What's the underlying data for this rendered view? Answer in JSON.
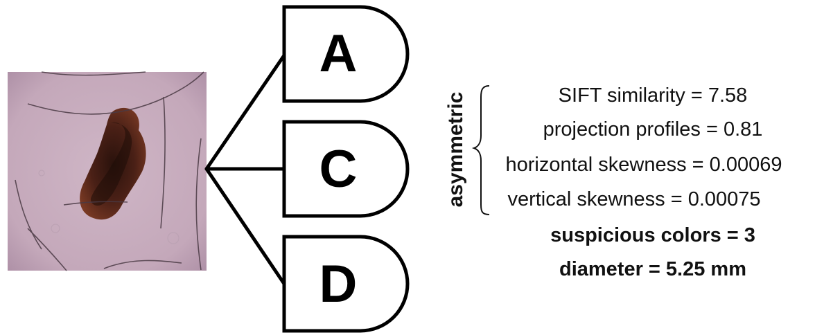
{
  "criteria": {
    "a": "A",
    "c": "C",
    "d": "D"
  },
  "asymmetry": {
    "label": "asymmetric",
    "metrics": [
      "SIFT similarity = 7.58",
      "projection profiles = 0.81",
      "horizontal skewness = 0.00069",
      "vertical skewness = 0.00075"
    ]
  },
  "color_result": "suspicious colors = 3",
  "diameter_result": "diameter = 5.25 mm",
  "colors": {
    "skin": "#c8aebf",
    "lesion_dark": "#3a1a12",
    "lesion_mid": "#6b3020",
    "outline": "#000000"
  }
}
